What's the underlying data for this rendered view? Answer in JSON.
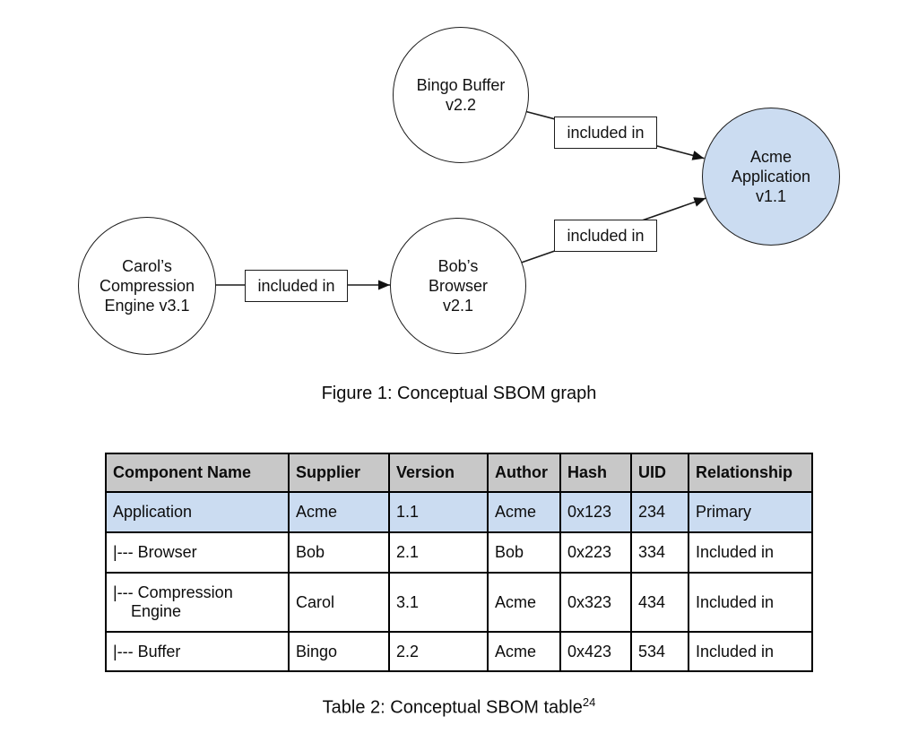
{
  "colors": {
    "node_fill": "#cbdcf1",
    "row_highlight": "#cbdcf1",
    "header_bg": "#c8c8c8"
  },
  "figure": {
    "caption": "Figure 1: Conceptual SBOM graph",
    "nodes": [
      {
        "id": "bingo-buffer",
        "label": "Bingo Buffer\nv2.2"
      },
      {
        "id": "acme-application",
        "label": "Acme\nApplication\nv1.1"
      },
      {
        "id": "carols-compression-engine",
        "label": "Carol’s\nCompression\nEngine v3.1"
      },
      {
        "id": "bobs-browser",
        "label": "Bob’s\nBrowser\nv2.1"
      }
    ],
    "edges": [
      {
        "from": "bingo-buffer",
        "to": "acme-application",
        "label": "included in"
      },
      {
        "from": "bobs-browser",
        "to": "acme-application",
        "label": "included in"
      },
      {
        "from": "carols-compression-engine",
        "to": "bobs-browser",
        "label": "included in"
      }
    ]
  },
  "table": {
    "headers": [
      "Component Name",
      "Supplier",
      "Version",
      "Author",
      "Hash",
      "UID",
      "Relationship"
    ],
    "rows": [
      {
        "cells": [
          "Application",
          "Acme",
          "1.1",
          "Acme",
          "0x123",
          "234",
          "Primary"
        ]
      },
      {
        "cells": [
          "|--- Browser",
          "Bob",
          "2.1",
          "Bob",
          "0x223",
          "334",
          "Included in"
        ]
      },
      {
        "cells": [
          "|--- Compression\n    Engine",
          "Carol",
          "3.1",
          "Acme",
          "0x323",
          "434",
          "Included in"
        ]
      },
      {
        "cells": [
          "|--- Buffer",
          "Bingo",
          "2.2",
          "Acme",
          "0x423",
          "534",
          "Included in"
        ]
      }
    ],
    "caption": {
      "text": "Table 2: Conceptual SBOM table",
      "superscript": "24"
    }
  }
}
